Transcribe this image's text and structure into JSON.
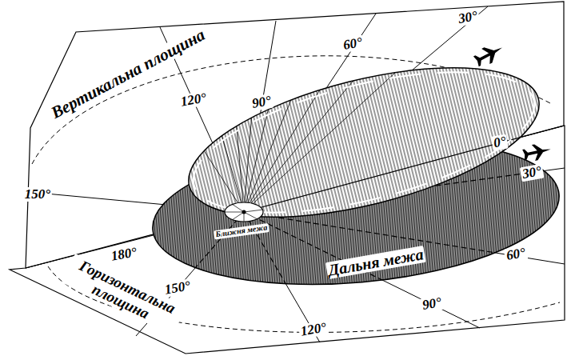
{
  "diagram": {
    "labels": [
      "Вертикальна площина",
      "150°",
      "120°",
      "90°",
      "60°",
      "30°",
      "0°",
      "30°",
      "60°",
      "90°",
      "120°",
      "150°",
      "180°",
      "Ближня межа",
      "Дальня межа",
      "Горизонтальна площина"
    ]
  }
}
